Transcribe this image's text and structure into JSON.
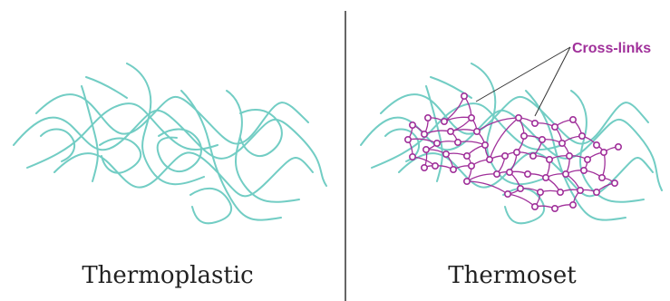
{
  "panels": {
    "left": {
      "caption": "Thermoplastic"
    },
    "right": {
      "caption": "Thermoset",
      "callout": "Cross-links"
    }
  },
  "colors": {
    "chain": "#72cdc4",
    "crosslink": "#a0309a",
    "divider": "#333333",
    "caption": "#222222"
  },
  "icons": [
    "polymer-chain",
    "cross-link-node"
  ]
}
